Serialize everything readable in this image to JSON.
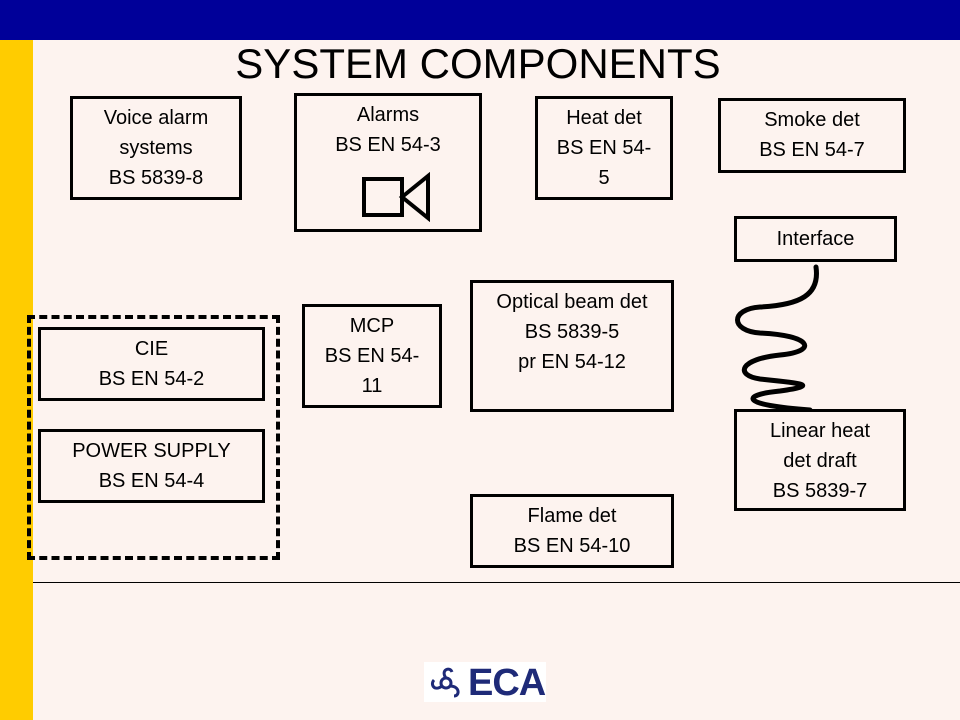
{
  "title": "SYSTEM COMPONENTS",
  "colors": {
    "top_bar": "#000099",
    "left_bar": "#ffcc00",
    "background": "#fdf3ef",
    "logo_text": "#1e2a78"
  },
  "components": {
    "voice_alarm": [
      "Voice alarm",
      "systems",
      "BS 5839-8"
    ],
    "alarms": [
      "Alarms",
      "BS EN 54-3"
    ],
    "heat_det": [
      "Heat det",
      "BS EN 54-",
      "5"
    ],
    "smoke_det": [
      "Smoke det",
      "BS EN 54-7"
    ],
    "interface": [
      "Interface"
    ],
    "cie": [
      "CIE",
      "BS EN 54-2"
    ],
    "power_supply": [
      "POWER SUPPLY",
      "BS EN 54-4"
    ],
    "mcp": [
      "MCP",
      "BS EN 54-",
      "11"
    ],
    "optical_beam": [
      "Optical beam det",
      "BS 5839-5",
      "pr EN 54-12"
    ],
    "linear_heat": [
      "Linear heat",
      "det draft",
      "BS 5839-7"
    ],
    "flame_det": [
      "Flame det",
      "BS EN 54-10"
    ]
  },
  "icons": {
    "alarms": "speaker-icon",
    "logo_mark": "eca-logo-mark-icon"
  },
  "logo": {
    "text": "ECA"
  }
}
